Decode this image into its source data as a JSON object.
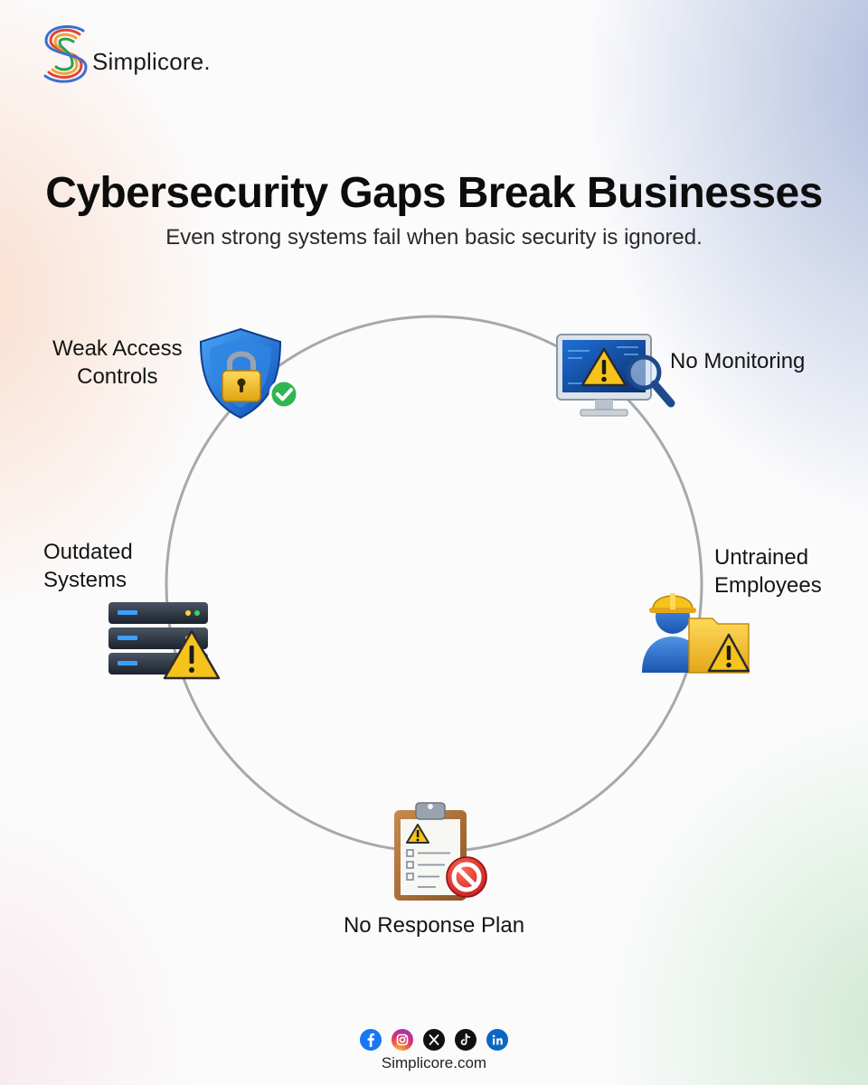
{
  "brand": {
    "name": "Simplicore.",
    "logo_icon": "s-logo-icon"
  },
  "header": {
    "title": "Cybersecurity Gaps Break Businesses",
    "subtitle": "Even strong systems fail when basic security is ignored."
  },
  "diagram": {
    "type": "cycle",
    "nodes": [
      {
        "id": "weak-access",
        "label_lines": [
          "Weak Access",
          "Controls"
        ],
        "icon": "shield-lock-icon"
      },
      {
        "id": "no-monitoring",
        "label_lines": [
          "No Monitoring"
        ],
        "icon": "monitor-warning-icon"
      },
      {
        "id": "untrained",
        "label_lines": [
          "Untrained",
          "Employees"
        ],
        "icon": "worker-warning-icon"
      },
      {
        "id": "no-response",
        "label_lines": [
          "No Response Plan"
        ],
        "icon": "clipboard-blocked-icon"
      },
      {
        "id": "outdated",
        "label_lines": [
          "Outdated",
          "Systems"
        ],
        "icon": "server-warning-icon"
      }
    ],
    "ring_color": "#a8a8a8"
  },
  "footer": {
    "social_icons": [
      "facebook-icon",
      "instagram-icon",
      "x-icon",
      "tiktok-icon",
      "linkedin-icon"
    ],
    "website": "Simplicore.com"
  },
  "colors": {
    "warning_yellow": "#f6c21c",
    "shield_blue": "#1f6fd6",
    "social_blue": "#1877f2"
  }
}
